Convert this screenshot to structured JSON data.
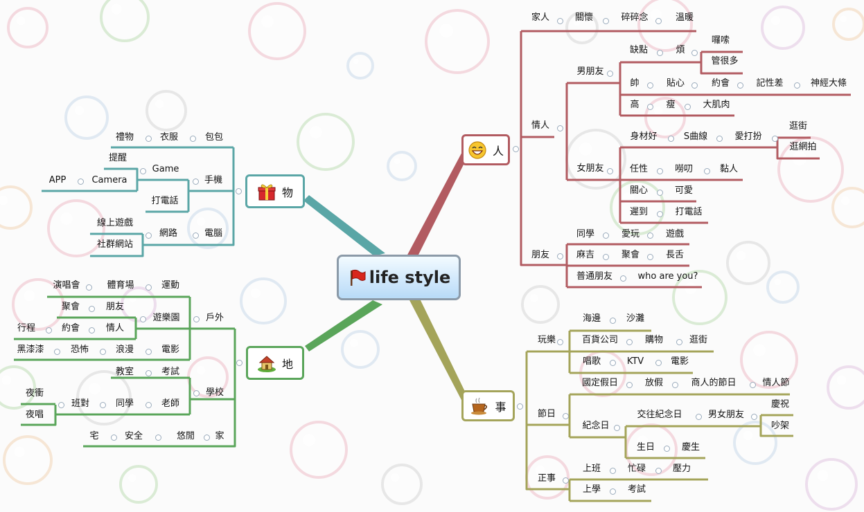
{
  "root": {
    "label": "life style",
    "icon": "red-flag-icon"
  },
  "branches": {
    "ren": {
      "label": "人",
      "icon": "laughing-face-icon",
      "color": "#b25b61",
      "jiaren": "家人",
      "guanhuai": "關懷",
      "suisuinian": "碎碎念",
      "wennuan": "溫暖",
      "qingren": "情人",
      "nanpengyou": "男朋友",
      "quedian": "缺點",
      "fan": "煩",
      "luosuo": "囉嗦",
      "guanhenduo": "管很多",
      "shuai": "帥",
      "tiexin": "貼心",
      "yuehui": "約會",
      "jixingcha": "記性差",
      "shenjingdatiao": "神經大條",
      "gao": "高",
      "shou": "瘦",
      "dajirou": "大肌肉",
      "nvpengyou": "女朋友",
      "shencaihao": "身材好",
      "squxian": "S曲線",
      "aidaban": "愛打扮",
      "guangjie": "逛街",
      "guangwangpai": "逛網拍",
      "renxing": "任性",
      "laodao": "嘮叨",
      "nianren": "黏人",
      "guanxin": "關心",
      "keai": "可愛",
      "chidao": "遲到",
      "dadianhua": "打電話",
      "pengyou": "朋友",
      "tongxue": "同學",
      "aiwan": "愛玩",
      "youxi": "遊戲",
      "majiang": "麻吉",
      "juhui": "聚會",
      "changshe": "長舌",
      "putongpengyou": "普通朋友",
      "whoareyou": "who are you?"
    },
    "shi": {
      "label": "事",
      "icon": "coffee-cup-icon",
      "color": "#a4a45a",
      "wanle": "玩樂",
      "haibian": "海邊",
      "shatan": "沙灘",
      "baihuo": "百貨公司",
      "gouwu": "購物",
      "guangjie": "逛街",
      "changge": "唱歌",
      "ktv": "KTV",
      "dianying": "電影",
      "jieri": "節日",
      "guoding": "國定假日",
      "fangjia": "放假",
      "shangren": "商人的節日",
      "qingrenjie": "情人節",
      "jinianri": "紀念日",
      "jiaowang": "交往紀念日",
      "nannv": "男女朋友",
      "qingzhu": "慶祝",
      "chaojia": "吵架",
      "shengri": "生日",
      "qingsheng": "慶生",
      "zhengshi": "正事",
      "shangban": "上班",
      "mang": "忙碌",
      "yali": "壓力",
      "shangxue": "上學",
      "kaoshi": "考試"
    },
    "wu": {
      "label": "物",
      "icon": "gift-box-icon",
      "color": "#5aa6a6",
      "liwu": "禮物",
      "yifu": "衣服",
      "baobao": "包包",
      "shouji": "手機",
      "tixing": "提醒",
      "game": "Game",
      "camera": "Camera",
      "app": "APP",
      "dadianhua": "打電話",
      "diannao": "電腦",
      "wanglu": "網路",
      "xianshang": "線上遊戲",
      "shequn": "社群網站"
    },
    "di": {
      "label": "地",
      "icon": "house-icon",
      "color": "#5aa55a",
      "huwai": "戶外",
      "yundong": "運動",
      "tiyuchang": "體育場",
      "yanchanghui": "演唱會",
      "youleyuan": "遊樂園",
      "pengyou": "朋友",
      "juhui": "聚會",
      "qingren": "情人",
      "yuehui": "約會",
      "xingcheng": "行程",
      "dianying": "電影",
      "langman": "浪漫",
      "kongbu": "恐怖",
      "heiqiqi": "黑漆漆",
      "xuexiao": "學校",
      "kaoshi": "考試",
      "jiaoshi": "教室",
      "laoshi": "老師",
      "tongxue": "同學",
      "banduei": "班對",
      "yechong": "夜衝",
      "yechang": "夜唱",
      "jia": "家",
      "youxian": "悠閒",
      "anquan": "安全",
      "zhai": "宅"
    }
  }
}
